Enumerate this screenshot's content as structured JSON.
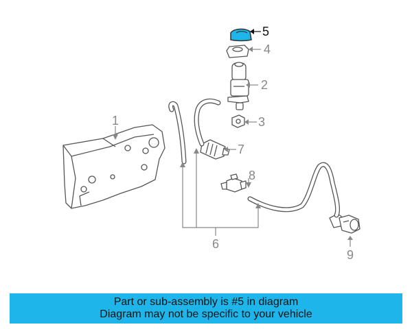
{
  "diagram": {
    "callouts": {
      "c1": "1",
      "c2": "2",
      "c3": "3",
      "c4": "4",
      "c5": "5",
      "c6": "6",
      "c7": "7",
      "c8": "8",
      "c9": "9"
    },
    "highlight_color": "#1eb6ea",
    "highlighted_part": "5"
  },
  "banner": {
    "line1": "Part or sub-assembly is #5 in diagram",
    "line2": "Diagram may not be specific to your vehicle",
    "background": "#1eb6ea"
  }
}
